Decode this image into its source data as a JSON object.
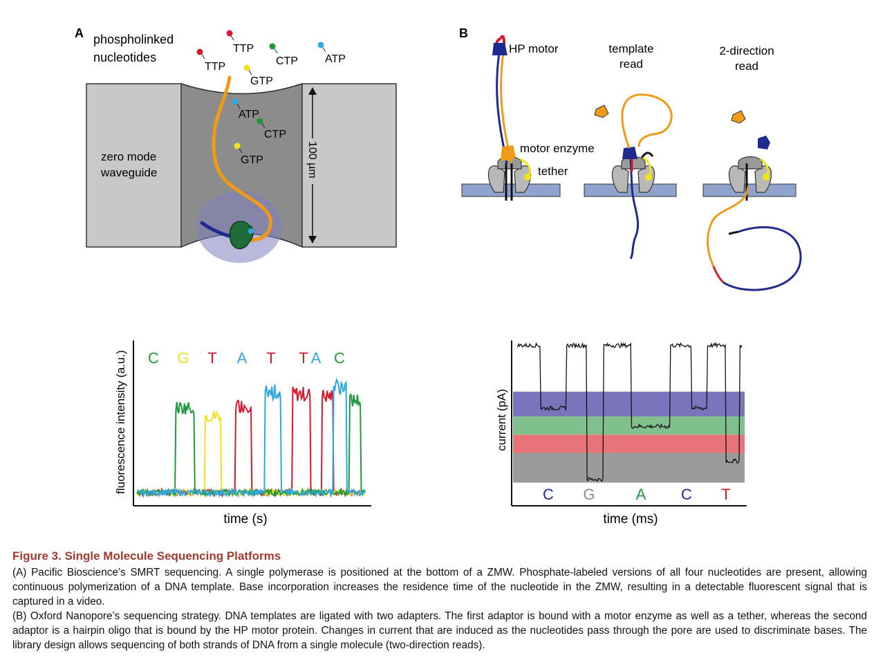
{
  "panel_a": {
    "letter": "A",
    "heading_line1": "phospholinked",
    "heading_line2": "nucleotides",
    "zmw_line1": "zero mode",
    "zmw_line2": "waveguide",
    "dimension": "100 µm",
    "nucleotides_outside": [
      {
        "label": "TTP",
        "color": "#d7192c"
      },
      {
        "label": "TTP",
        "color": "#d7192c"
      },
      {
        "label": "CTP",
        "color": "#1f9a3a"
      },
      {
        "label": "ATP",
        "color": "#2fa7e0"
      },
      {
        "label": "GTP",
        "color": "#f2e21a"
      }
    ],
    "nucleotides_inside": [
      {
        "label": "ATP",
        "color": "#2fa7e0"
      },
      {
        "label": "CTP",
        "color": "#1f9a3a"
      },
      {
        "label": "GTP",
        "color": "#f2e21a"
      }
    ]
  },
  "panel_b": {
    "letter": "B",
    "hp_motor": "HP motor",
    "template_line1": "template",
    "template_line2": "read",
    "two_dir_line1": "2-direction",
    "two_dir_line2": "read",
    "motor_enzyme": "motor enzyme",
    "tether": "tether"
  },
  "chart_data": [
    {
      "type": "line",
      "title": "",
      "xlabel": "time (s)",
      "ylabel": "fluorescence intensity (a.u.)",
      "base_calls": [
        {
          "base": "C",
          "color": "#1f9a3a"
        },
        {
          "base": "G",
          "color": "#f2e21a"
        },
        {
          "base": "T",
          "color": "#d7192c"
        },
        {
          "base": "A",
          "color": "#2fa7e0"
        },
        {
          "base": "T",
          "color": "#d7192c"
        },
        {
          "base": "T",
          "color": "#d7192c"
        },
        {
          "base": "A",
          "color": "#2fa7e0"
        },
        {
          "base": "C",
          "color": "#1f9a3a"
        }
      ],
      "series_colors": {
        "A": "#2fa7e0",
        "C": "#1f9a3a",
        "G": "#f2e21a",
        "T": "#d7192c"
      },
      "pulses": [
        {
          "base": "C",
          "start": 0.17,
          "end": 0.25,
          "height": 0.85
        },
        {
          "base": "G",
          "start": 0.3,
          "end": 0.37,
          "height": 0.77
        },
        {
          "base": "T",
          "start": 0.43,
          "end": 0.5,
          "height": 0.87
        },
        {
          "base": "A",
          "start": 0.56,
          "end": 0.63,
          "height": 1.0
        },
        {
          "base": "T",
          "start": 0.68,
          "end": 0.76,
          "height": 0.98
        },
        {
          "base": "T",
          "start": 0.81,
          "end": 0.86,
          "height": 0.96
        },
        {
          "base": "A",
          "start": 0.86,
          "end": 0.92,
          "height": 1.05
        },
        {
          "base": "C",
          "start": 0.93,
          "end": 0.98,
          "height": 0.92
        }
      ],
      "baseline": 0.04,
      "grid": false,
      "legend": "none"
    },
    {
      "type": "line",
      "title": "",
      "xlabel": "time (ms)",
      "ylabel": "current (pA)",
      "base_levels": [
        {
          "base": "C",
          "color": "#1e2a8e",
          "band_color": "#7a74bc",
          "level": 0.48
        },
        {
          "base": "G",
          "color": "#8a8a8a",
          "band_color": "#9b9b9b",
          "level": 0.1
        },
        {
          "base": "A",
          "color": "#1f9a3a",
          "band_color": "#7fc08d",
          "level": 0.35
        },
        {
          "base": "C",
          "color": "#1e2a8e",
          "band_color": "#e8747a",
          "level": 0.47
        },
        {
          "base": "T",
          "color": "#d7192c",
          "band_color": "#e8747a",
          "level": 0.22
        }
      ],
      "bands": [
        {
          "color": "#7a74bc",
          "from": 0.54,
          "to": 0.69
        },
        {
          "color": "#7fc08d",
          "from": 0.43,
          "to": 0.54
        },
        {
          "color": "#e8747a",
          "from": 0.32,
          "to": 0.43
        },
        {
          "color": "#9b9b9b",
          "from": 0.14,
          "to": 0.32
        }
      ],
      "open_pore_level": 0.97,
      "events": [
        {
          "start": 0.12,
          "end": 0.23,
          "level": 0.59
        },
        {
          "start": 0.32,
          "end": 0.39,
          "level": 0.16
        },
        {
          "start": 0.51,
          "end": 0.68,
          "level": 0.48
        },
        {
          "start": 0.77,
          "end": 0.84,
          "level": 0.59
        },
        {
          "start": 0.92,
          "end": 0.98,
          "level": 0.27
        }
      ],
      "grid": false,
      "legend": "none"
    }
  ],
  "caption": {
    "title": "Figure 3.  Single Molecule Sequencing Platforms",
    "para_a": "(A) Pacific Bioscience’s SMRT sequencing. A single polymerase is positioned at the bottom of a ZMW. Phosphate-labeled versions of all four nucleotides are present, allowing continuous polymerization of a DNA template. Base incorporation increases the residence time of the nucleotide in the ZMW, resulting in a detectable fluorescent signal that is captured in a video.",
    "para_b": "(B) Oxford Nanopore’s sequencing strategy. DNA templates are ligated with two adapters. The first adaptor is bound with a motor enzyme as well as a tether, whereas the second adaptor is a hairpin oligo that is bound by the HP motor protein. Changes in current that are induced as the nucleotides pass through the pore are used to discriminate bases. The library design allows sequencing of both strands of DNA from a single molecule (two-direction reads)."
  },
  "colors": {
    "orange": "#f09a1a",
    "navy": "#1e2a8e",
    "red": "#d7192c",
    "membrane": "#8fa3cc",
    "zmw_dark": "#8c8c8c",
    "zmw_light": "#c8c8c8",
    "polymerase": "#1f6b3a",
    "glow": "#7f7fc0"
  }
}
